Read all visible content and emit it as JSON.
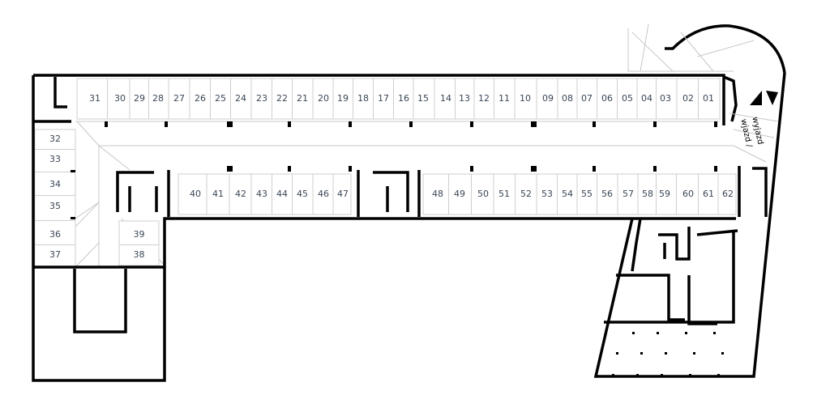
{
  "plan": {
    "top_row": [
      "31",
      "30",
      "29",
      "28",
      "27",
      "26",
      "25",
      "24",
      "23",
      "22",
      "21",
      "20",
      "19",
      "18",
      "17",
      "16",
      "15",
      "14",
      "13",
      "12",
      "11",
      "10",
      "09",
      "08",
      "07",
      "06",
      "05",
      "04",
      "03",
      "02",
      "01"
    ],
    "left_column": [
      "32",
      "33",
      "34",
      "35",
      "36",
      "37"
    ],
    "inner_pair": [
      "39",
      "38"
    ],
    "bottom_row_west": [
      "40",
      "41",
      "42",
      "43",
      "44",
      "45",
      "46",
      "47"
    ],
    "bottom_row_east": [
      "48",
      "49",
      "50",
      "51",
      "52",
      "53",
      "54",
      "55",
      "56",
      "57",
      "58",
      "59",
      "60",
      "61",
      "62"
    ],
    "ramp_label_line1": "wjazd /",
    "ramp_label_line2": "wyjazd"
  }
}
